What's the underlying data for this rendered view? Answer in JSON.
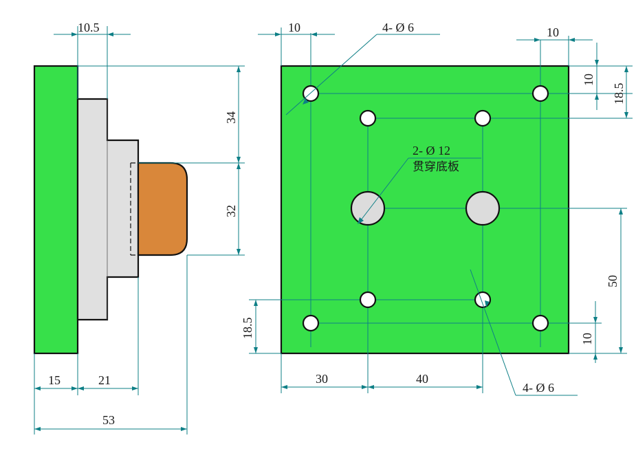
{
  "colors": {
    "plate": "#37e04a",
    "block": "#e0e0e0",
    "boss": "#d9873a",
    "outline": "#111111",
    "dim_line": "#0e7f86",
    "hole_fill": "#ffffff",
    "large_hole_fill": "#dcdcdc"
  },
  "side_view": {
    "dims": {
      "top_offset": "10.5",
      "upper_height": "34",
      "boss_height": "32",
      "plate_thickness": "15",
      "block_depth": "21",
      "overall_depth": "53"
    }
  },
  "front_view": {
    "dims": {
      "left_offset": "10",
      "right_offset": "10",
      "top_offset_a": "10",
      "top_offset_b": "18.5",
      "left_lower": "18.5",
      "bottom_offset": "10",
      "center_height": "50",
      "x_30": "30",
      "x_40": "40"
    },
    "callouts": {
      "corner_holes": "4- Ø 6",
      "center_holes": "2- Ø 12",
      "center_holes_note": "贯穿底板",
      "inner_holes": "4- Ø 6"
    }
  }
}
